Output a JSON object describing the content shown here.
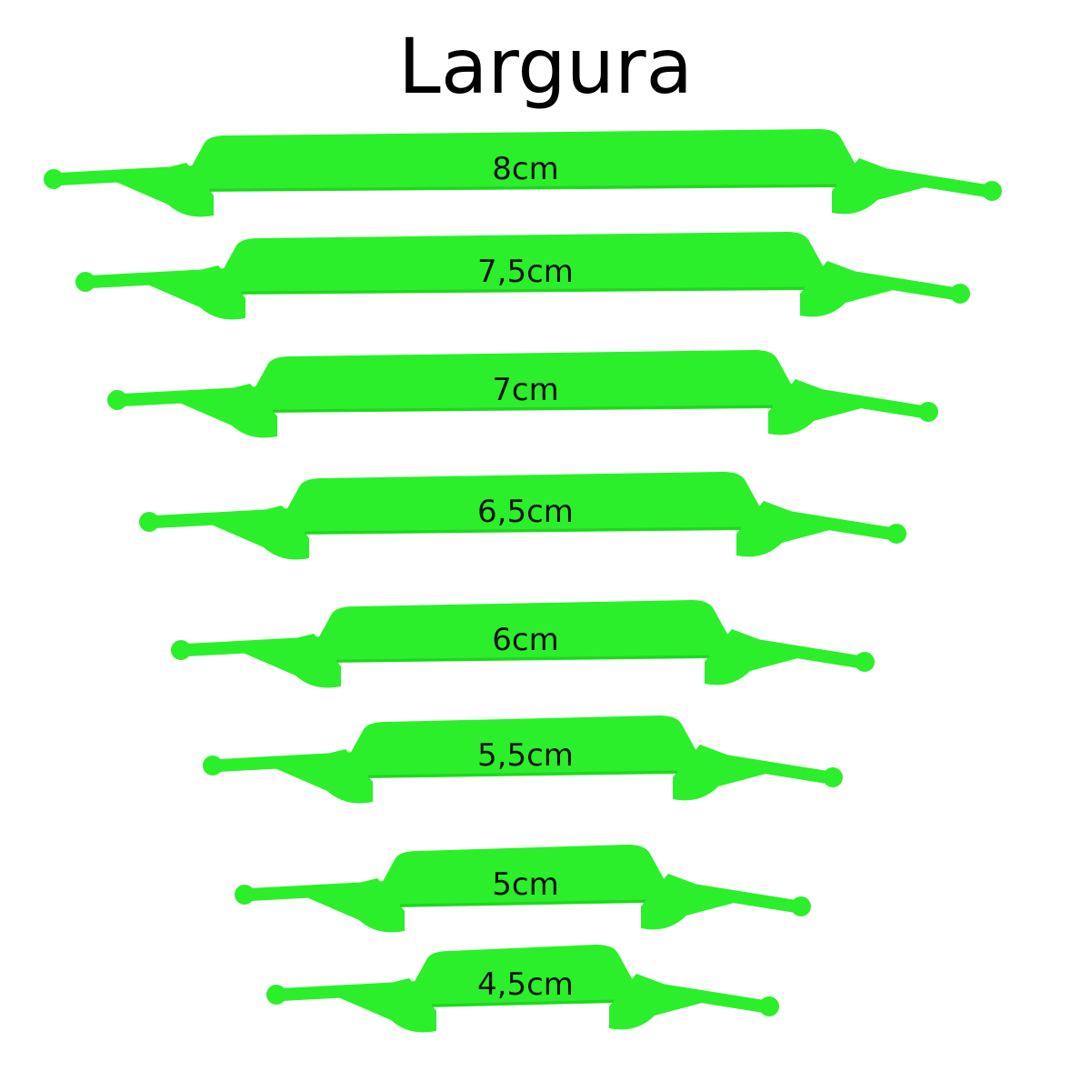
{
  "title": "Largura",
  "lace_color": "#2bef2b",
  "lace_shade": "#22d422",
  "sizes": [
    {
      "label": "8cm",
      "width_cm": 8
    },
    {
      "label": "7,5cm",
      "width_cm": 7.5
    },
    {
      "label": "7cm",
      "width_cm": 7
    },
    {
      "label": "6,5cm",
      "width_cm": 6.5
    },
    {
      "label": "6cm",
      "width_cm": 6
    },
    {
      "label": "5,5cm",
      "width_cm": 5.5
    },
    {
      "label": "5cm",
      "width_cm": 5
    },
    {
      "label": "4,5cm",
      "width_cm": 4.5
    }
  ]
}
